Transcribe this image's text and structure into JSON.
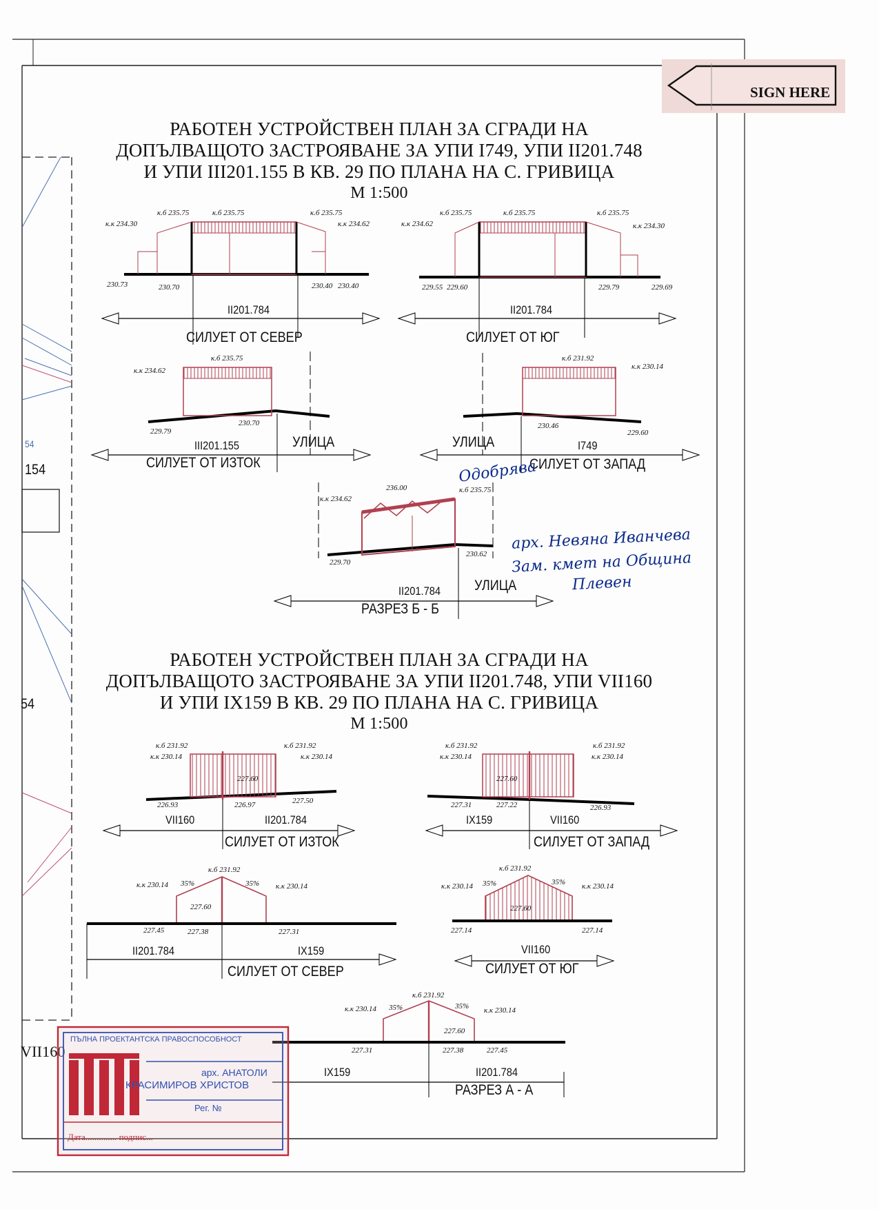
{
  "sign_tab": {
    "label": "SIGN HERE"
  },
  "plan1": {
    "title_lines": [
      "РАБОТЕН УСТРОЙСТВЕН ПЛАН ЗА СГРАДИ НА",
      "ДОПЪЛВАЩОТО ЗАСТРОЯВАНЕ ЗА УПИ I749, УПИ II201.748",
      "И УПИ III201.155 В КВ. 29 ПО ПЛАНА НА С. ГРИВИЦА"
    ],
    "scale": "М 1:500",
    "north": {
      "caption": "СИЛУЕТ ОТ СЕВЕР",
      "plot": "II201.784",
      "marks": [
        "к.к 234.30",
        "к.б 235.75",
        "к.б 235.75",
        "к.б 235.75",
        "к.к 234.62",
        "230.73",
        "230.70",
        "230.40",
        "230.40"
      ]
    },
    "south": {
      "caption": "СИЛУЕТ ОТ ЮГ",
      "plot": "II201.784",
      "marks": [
        "к.к 234.62",
        "к.б 235.75",
        "к.б 235.75",
        "к.б 235.75",
        "к.к 234.30",
        "229.55",
        "229.60",
        "229.79",
        "229.69"
      ]
    },
    "east": {
      "caption": "СИЛУЕТ ОТ ИЗТОК",
      "plot": "III201.155",
      "street": "УЛИЦА",
      "marks": [
        "к.к 234.62",
        "к.б 235.75",
        "229.79",
        "230.70"
      ]
    },
    "west": {
      "caption": "СИЛУЕТ ОТ ЗАПАД",
      "plot": "I749",
      "street": "УЛИЦА",
      "marks": [
        "к.б 231.92",
        "к.к 230.14",
        "230.46",
        "229.60"
      ]
    },
    "section": {
      "caption": "РАЗРЕЗ Б - Б",
      "plot": "II201.784",
      "street": "УЛИЦА",
      "marks": [
        "к.к 234.62",
        "236.00",
        "к.б 235.75",
        "229.70",
        "230.62"
      ]
    }
  },
  "handwriting": {
    "approved": "Одобрява",
    "line1": "арх. Невяна Иванчева",
    "line2": "Зам. кмет на Община",
    "line3": "Плевен"
  },
  "plan2": {
    "title_lines": [
      "РАБОТЕН УСТРОЙСТВЕН ПЛАН ЗА СГРАДИ НА",
      "ДОПЪЛВАЩОТО ЗАСТРОЯВАНЕ ЗА УПИ II201.748, УПИ VII160",
      "И УПИ IX159 В КВ. 29 ПО ПЛАНА НА С. ГРИВИЦА"
    ],
    "scale": "М 1:500",
    "east": {
      "caption": "СИЛУЕТ ОТ ИЗТОК",
      "plot_left": "VII160",
      "plot_right": "II201.784",
      "marks": [
        "к.б 231.92",
        "к.к 230.14",
        "к.б 231.92",
        "к.к 230.14",
        "227.60",
        "226.93",
        "226.97",
        "227.50"
      ]
    },
    "west": {
      "caption": "СИЛУЕТ ОТ ЗАПАД",
      "plot_left": "IX159",
      "plot_right": "VII160",
      "marks": [
        "к.б 231.92",
        "к.к 230.14",
        "к.б 231.92",
        "к.к 230.14",
        "227.60",
        "227.31",
        "227.22",
        "226.93"
      ]
    },
    "north": {
      "caption": "СИЛУЕТ ОТ СЕВЕР",
      "plot_left": "II201.784",
      "plot_right": "IX159",
      "slope": "35%",
      "marks": [
        "к.к 230.14",
        "к.б 231.92",
        "к.к 230.14",
        "227.60",
        "227.45",
        "227.38",
        "227.31"
      ]
    },
    "south": {
      "caption": "СИЛУЕТ ОТ ЮГ",
      "plot": "VII160",
      "slope": "35%",
      "marks": [
        "к.к 230.14",
        "к.б 231.92",
        "к.к 230.14",
        "227.60",
        "227.14",
        "227.14"
      ]
    },
    "section": {
      "caption": "РАЗРЕЗ А - А",
      "plot_left": "IX159",
      "plot_right": "II201.784",
      "slope": "35%",
      "marks": [
        "к.к 230.14",
        "к.б 231.92",
        "к.к 230.14",
        "227.60",
        "227.31",
        "227.38",
        "227.45"
      ]
    }
  },
  "left_plan": {
    "numbers": [
      "54",
      "154",
      "54",
      "VII160"
    ]
  },
  "stamp": {
    "line1": "ПЪЛНА ПРОЕКТАНТСКА ПРАВОСПОСОБНОСТ",
    "line2": "арх. АНАТОЛИ",
    "line3": "КРАСИМИРОВ ХРИСТОВ",
    "line4": "Рег. №",
    "line5": "Дата.............. подпис..."
  }
}
